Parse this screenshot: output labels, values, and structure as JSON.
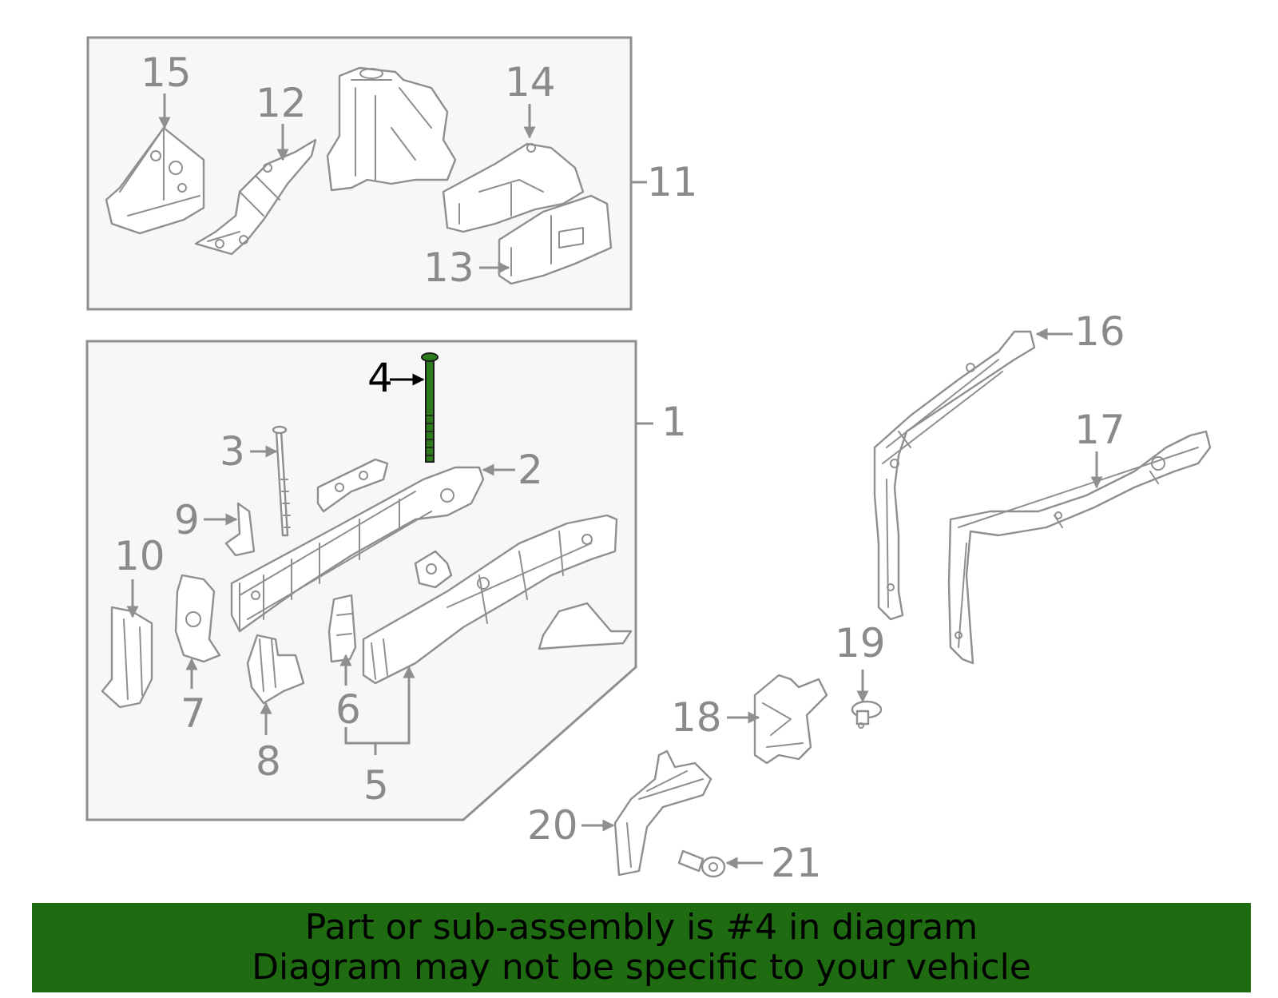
{
  "colors": {
    "highlight_part": "#2b7a1c",
    "banner_background": "#1f6b12",
    "line_gray": "#8f8f8f",
    "panel_fill": "#f7f7f7",
    "active_label": "#000000"
  },
  "highlighted_part": "4",
  "callouts": [
    "1",
    "2",
    "3",
    "4",
    "5",
    "6",
    "7",
    "8",
    "9",
    "10",
    "11",
    "12",
    "13",
    "14",
    "15",
    "16",
    "17",
    "18",
    "19",
    "20",
    "21"
  ],
  "banner": {
    "line1": "Part or sub-assembly is #4 in diagram",
    "line2": "Diagram may not be specific to your vehicle"
  }
}
